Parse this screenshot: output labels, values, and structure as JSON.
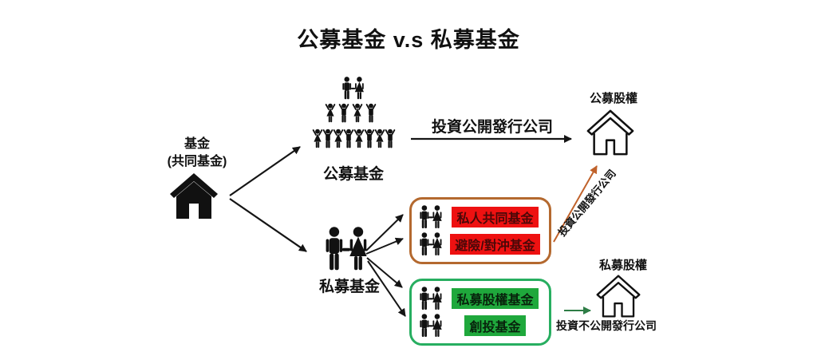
{
  "title": "公募基金 v.s 私募基金",
  "source": {
    "name_line1": "基金",
    "name_line2": "(共同基金)"
  },
  "public_branch": {
    "fund_label": "公募基金",
    "invest_arrow_label": "投資公開發行公司",
    "equity_label": "公募股權"
  },
  "private_branch": {
    "fund_label": "私募基金",
    "hedge_box": {
      "row1": "私人共同基金",
      "row2": "避險/對沖基金"
    },
    "pe_box": {
      "row1": "私募股權基金",
      "row2": "創投基金"
    },
    "to_public_arrow_label": "投資公開發行公司",
    "equity_label": "私募股權",
    "invest_private_label": "投資不公開發行公司"
  },
  "icons": {
    "source": "house-icon-filled",
    "public_crowd": "crowd-pyramid-icon",
    "private_couple": "couple-icon",
    "public_equity": "house-icon-outline",
    "private_equity": "house-icon-outline"
  },
  "colors": {
    "ink": "#111111",
    "red_highlight": "#ee1111",
    "red_text": "#4a0808",
    "orange_border": "#b4692f",
    "orange_arrow": "#c0622b",
    "green_highlight": "#1fa83c",
    "green_border": "#27ae60",
    "green_arrow": "#2e7d46"
  }
}
